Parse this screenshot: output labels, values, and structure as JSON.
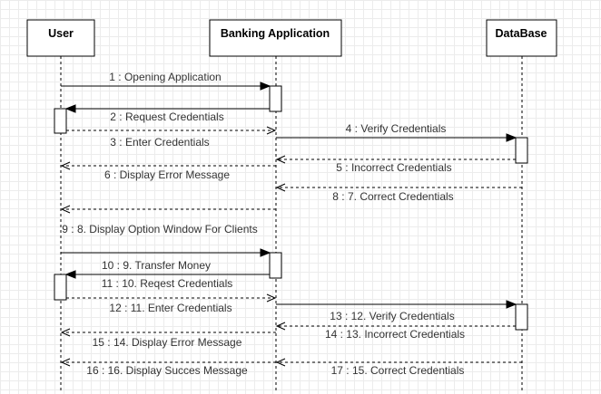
{
  "lifelines": [
    {
      "id": "user",
      "name": "User"
    },
    {
      "id": "app",
      "name": "Banking Application"
    },
    {
      "id": "db",
      "name": "DataBase"
    }
  ],
  "messages": [
    {
      "label": "1 : Opening Application",
      "from": "user",
      "to": "app",
      "kind": "sync"
    },
    {
      "label": "2 : Request Credentials",
      "from": "app",
      "to": "user",
      "kind": "sync"
    },
    {
      "label": "3 : Enter Credentials",
      "from": "user",
      "to": "app",
      "kind": "return"
    },
    {
      "label": "4 : Verify Credentials",
      "from": "app",
      "to": "db",
      "kind": "sync"
    },
    {
      "label": "5 : Incorrect Credentials",
      "from": "db",
      "to": "app",
      "kind": "return"
    },
    {
      "label": "6 : Display Error Message",
      "from": "app",
      "to": "user",
      "kind": "return"
    },
    {
      "label": "8 : 7. Correct Credentials",
      "from": "db",
      "to": "app",
      "kind": "return"
    },
    {
      "label": "9 : 8. Display Option Window For Clients",
      "from": "app",
      "to": "user",
      "kind": "return"
    },
    {
      "label": "10 : 9. Transfer Money",
      "from": "user",
      "to": "app",
      "kind": "sync"
    },
    {
      "label": "11 : 10. Reqest Credentials",
      "from": "app",
      "to": "user",
      "kind": "sync"
    },
    {
      "label": "12 : 11. Enter Credentials",
      "from": "user",
      "to": "app",
      "kind": "return"
    },
    {
      "label": "13 : 12. Verify Credentials",
      "from": "app",
      "to": "db",
      "kind": "sync"
    },
    {
      "label": "14 : 13. Incorrect Credentials",
      "from": "db",
      "to": "app",
      "kind": "return"
    },
    {
      "label": "15 : 14. Display Error Message",
      "from": "app",
      "to": "user",
      "kind": "return"
    },
    {
      "label": "16 : 16. Display Succes Message",
      "from": "app",
      "to": "user",
      "kind": "return"
    },
    {
      "label": "17 : 15. Correct Credentials",
      "from": "db",
      "to": "app",
      "kind": "return"
    }
  ]
}
